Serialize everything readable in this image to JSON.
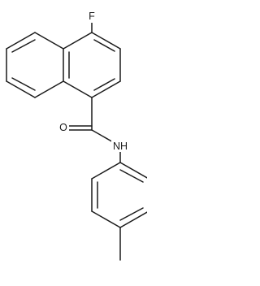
{
  "molecule": {
    "atoms": {
      "fluorine": "F",
      "oxygen": "O",
      "amide_nitrogen": "NH"
    },
    "colors": {
      "bond": "#1a1a1a",
      "background": "#ffffff"
    }
  }
}
